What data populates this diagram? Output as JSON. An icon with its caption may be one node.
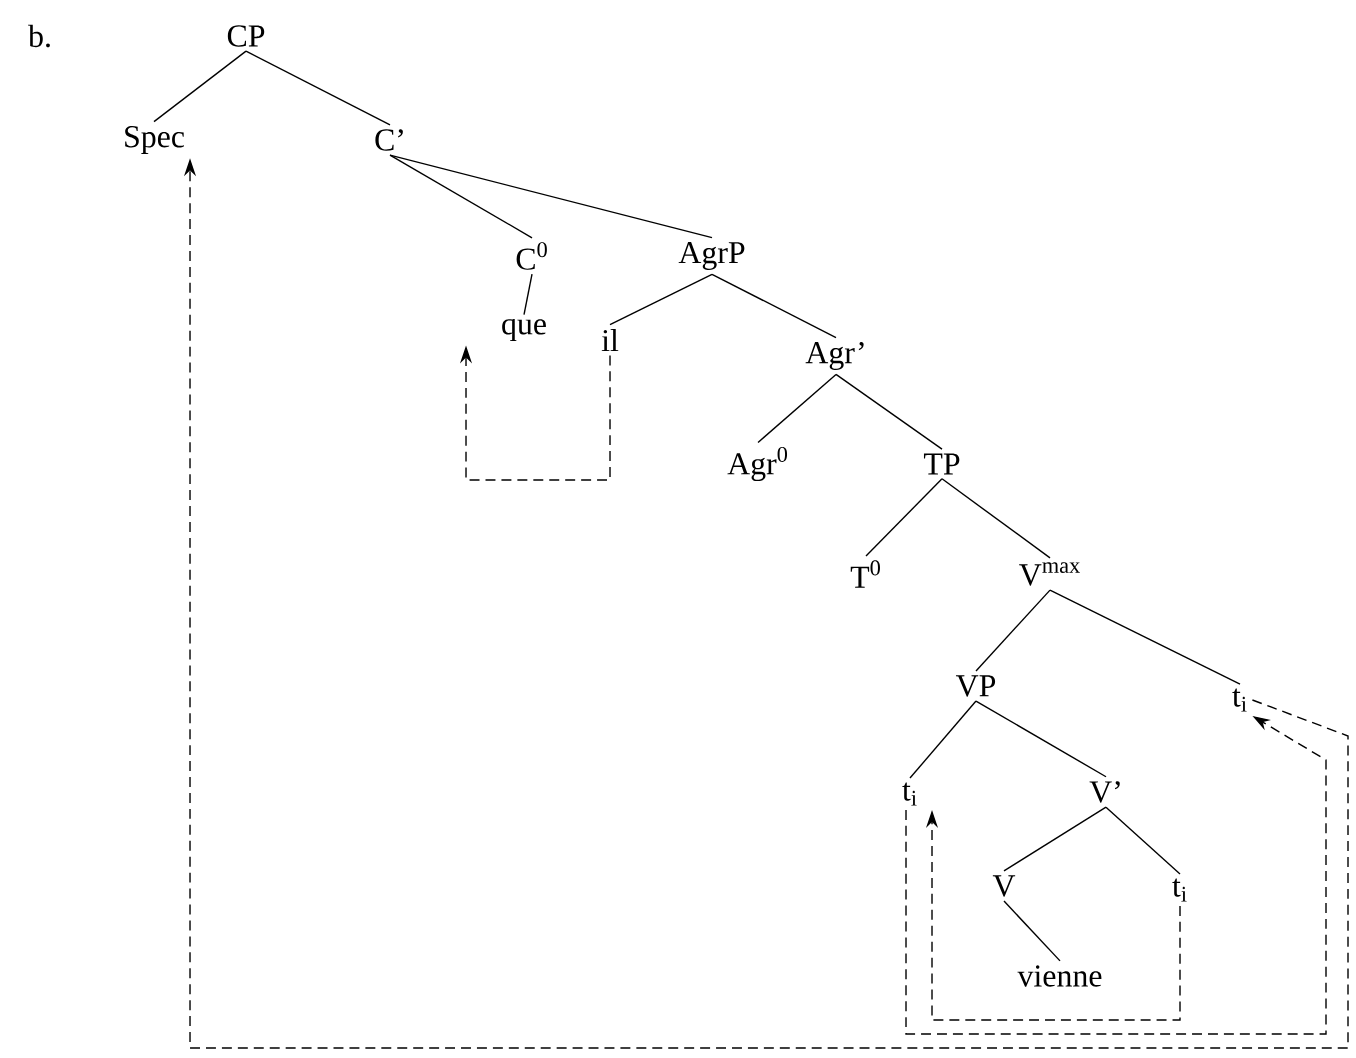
{
  "diagram": {
    "nodes": [
      {
        "text": [
          "CP"
        ]
      },
      {
        "text": [
          "Spec"
        ]
      },
      {
        "text": [
          "C’"
        ]
      },
      {
        "text": [
          "C$^{0}$"
        ]
      },
      {
        "text": [
          "AgrP"
        ]
      },
      {
        "text": [
          "que"
        ]
      },
      {
        "text": [
          "il"
        ]
      },
      {
        "text": [
          "Agr’"
        ]
      },
      {
        "text": [
          "Agr$^{0}$"
        ]
      },
      {
        "text": [
          "TP"
        ]
      },
      {
        "text": [
          "T$^{0}$"
        ]
      },
      {
        "text": [
          "V$^{max}$"
        ]
      },
      {
        "text": [
          "VP"
        ]
      },
      {
        "text": [
          "t$_{i}$"
        ]
      },
      {
        "text": [
          "t$_{i}$"
        ]
      },
      {
        "text": [
          "V’"
        ]
      },
      {
        "text": [
          "V"
        ]
      },
      {
        "text": [
          "t$_{i}$"
        ]
      },
      {
        "text": [
          "vienne"
        ]
      }
    ],
    "edges": [
      {
        "from": 0,
        "to": 1,
        "arrow": "none"
      },
      {
        "from": 0,
        "to": 2,
        "arrow": "none"
      },
      {
        "from": 2,
        "to": 3,
        "arrow": "none"
      },
      {
        "from": 2,
        "to": 4,
        "arrow": "none"
      },
      {
        "from": 3,
        "to": 5,
        "arrow": "none"
      },
      {
        "from": 4,
        "to": 6,
        "arrow": "none"
      },
      {
        "from": 4,
        "to": 7,
        "arrow": "none"
      },
      {
        "from": 7,
        "to": 8,
        "arrow": "none"
      },
      {
        "from": 7,
        "to": 9,
        "arrow": "none"
      },
      {
        "from": 9,
        "to": 10,
        "arrow": "none"
      },
      {
        "from": 9,
        "to": 11,
        "arrow": "none"
      },
      {
        "from": 11,
        "to": 12,
        "arrow": "none"
      },
      {
        "from": 11,
        "to": 13,
        "arrow": "none"
      },
      {
        "from": 12,
        "to": 14,
        "arrow": "none"
      },
      {
        "from": 12,
        "to": 15,
        "arrow": "none"
      },
      {
        "from": 15,
        "to": 16,
        "arrow": "none"
      },
      {
        "from": 15,
        "to": 17,
        "arrow": "none"
      },
      {
        "from": 16,
        "to": 18,
        "arrow": "none"
      },
      {
        "from": 6,
        "to": 5,
        "arrow": "to",
        "style": "dashed"
      },
      {
        "from": 17,
        "to": 14,
        "arrow": "to",
        "style": "dashed"
      },
      {
        "from": 14,
        "to": 13,
        "arrow": "to",
        "style": "dashed"
      },
      {
        "from": 13,
        "to": 1,
        "arrow": "to",
        "style": "dashed"
      }
    ],
    "labels": [
      "b."
    ]
  }
}
